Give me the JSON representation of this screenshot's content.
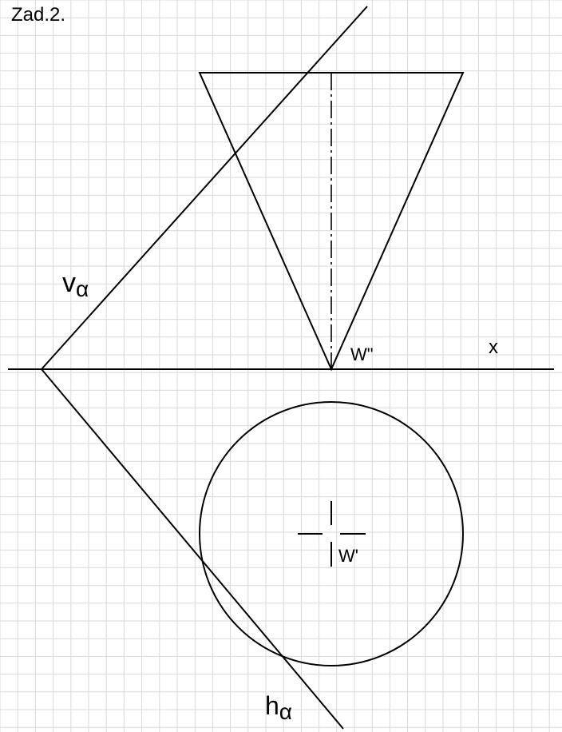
{
  "title": "Zad.2.",
  "labels": {
    "v_alpha_main": "v",
    "v_alpha_sub": "α",
    "h_alpha_main": "h",
    "h_alpha_sub": "α",
    "w_double_prime": "W\"",
    "w_prime": "W'",
    "x_axis": "x"
  },
  "colors": {
    "background": "#ffffff",
    "grid": "#d9d9d9",
    "lines": "#000000"
  }
}
